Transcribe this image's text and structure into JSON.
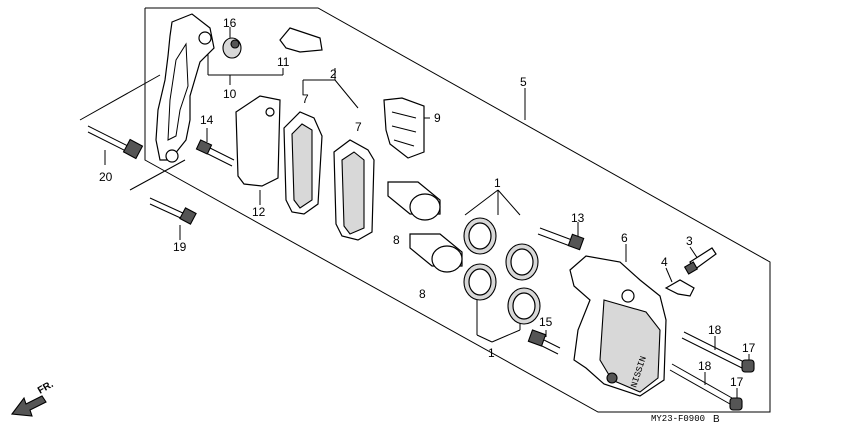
{
  "diagram": {
    "callouts": {
      "c1a": "1",
      "c1b": "1",
      "c2": "2",
      "c3": "3",
      "c4": "4",
      "c5": "5",
      "c6": "6",
      "c7a": "7",
      "c7b": "7",
      "c8a": "8",
      "c8b": "8",
      "c9": "9",
      "c10": "10",
      "c11": "11",
      "c12": "12",
      "c13": "13",
      "c14": "14",
      "c15": "15",
      "c16": "16",
      "c17a": "17",
      "c17b": "17",
      "c18a": "18",
      "c18b": "18",
      "c19": "19",
      "c20": "20"
    },
    "caliper_brand": "NISSIN",
    "front_indicator": "FR.",
    "drawing_code": "MY23-F0900",
    "drawing_suffix": "B"
  }
}
